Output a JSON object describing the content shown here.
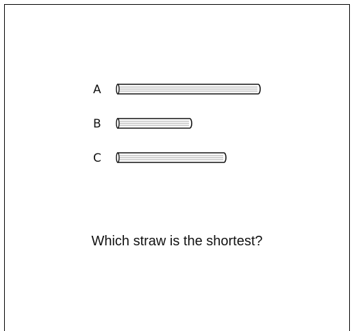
{
  "straws": [
    {
      "label": "A",
      "length": 210
    },
    {
      "label": "B",
      "length": 110
    },
    {
      "label": "C",
      "length": 160
    }
  ],
  "question": "Which straw is the shortest?"
}
